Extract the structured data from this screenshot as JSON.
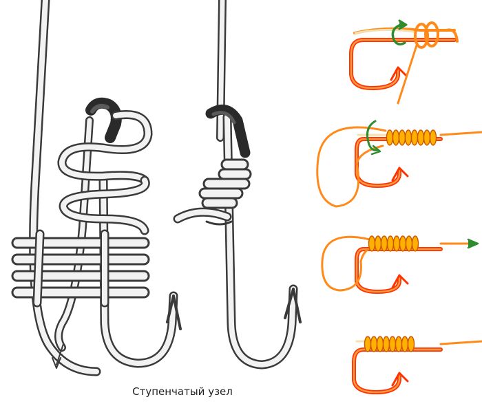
{
  "caption": "Ступенчатый узел",
  "colors": {
    "background": "#ffffff",
    "sketch_line": "#3a3a3a",
    "sketch_fill": "#f2f2f2",
    "sketch_shade": "#5a5a5a",
    "hook_outline": "#ff3300",
    "hook_fill": "#ff9944",
    "line_orange": "#ff8a1a",
    "line_dark": "#cc5500",
    "wrap_yellow": "#ffb000",
    "tag_end": "#f5e0b0",
    "arrow_green": "#2e8b2e"
  },
  "steps": [
    {
      "name": "step-1",
      "wraps": 2
    },
    {
      "name": "step-2",
      "wraps": 8
    },
    {
      "name": "step-3",
      "wraps": 8
    },
    {
      "name": "step-4",
      "wraps": 8
    }
  ]
}
